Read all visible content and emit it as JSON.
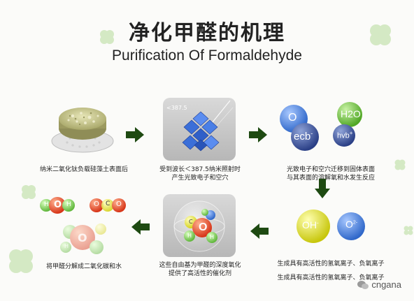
{
  "title": {
    "cn": "净化甲醛的机理",
    "en": "Purification Of Formaldehyde"
  },
  "steps": [
    {
      "caption": "纳米二氧化钛负载硅藻土表面后"
    },
    {
      "caption_lines": [
        "受到波长＜387.5纳米照射时",
        "产生光致电子和空穴"
      ],
      "wavelength_label": "<387.5"
    },
    {
      "caption_lines": [
        "光致电子和空穴迁移到固体表面",
        "与其表面的溶解氧和水发生反应"
      ],
      "bubbles": {
        "o": "O",
        "ecb": "ecb",
        "ecb_sup": "-",
        "h2o": "H2O",
        "hvb": "hvb",
        "hvb_sup": "+"
      }
    },
    {
      "caption_lines": [
        "生成具有高活性的氢氧离子、负氧离子",
        "生成具有高活性的氢氧离子、负氧离子"
      ],
      "bubbles": {
        "oh": "OH",
        "oh_sup": "-",
        "o2": "O",
        "o2_sup": "2-"
      }
    },
    {
      "caption_lines": [
        "这些自由基为甲醛的深度氧化",
        "提供了高活性的催化剂"
      ],
      "atoms": {
        "c": "C",
        "o": "O",
        "h": "H"
      }
    },
    {
      "caption": "将甲醛分解成二氧化碳和水",
      "molecules": {
        "h": "H",
        "o": "O",
        "c": "C"
      }
    }
  ],
  "watermark": "cngana",
  "colors": {
    "arrow": "#1e4a12",
    "panel_top": "#d9d9d9",
    "panel_bottom": "#b7b7b7",
    "crystal": "#3b6fd8",
    "bubble_blue": "#2f67c9",
    "bubble_green": "#6cc43c",
    "bubble_yellow": "#e6e21d",
    "atom_red": "#e13b2a",
    "atom_green": "#7ed25a",
    "clover": "#a9d48a"
  }
}
